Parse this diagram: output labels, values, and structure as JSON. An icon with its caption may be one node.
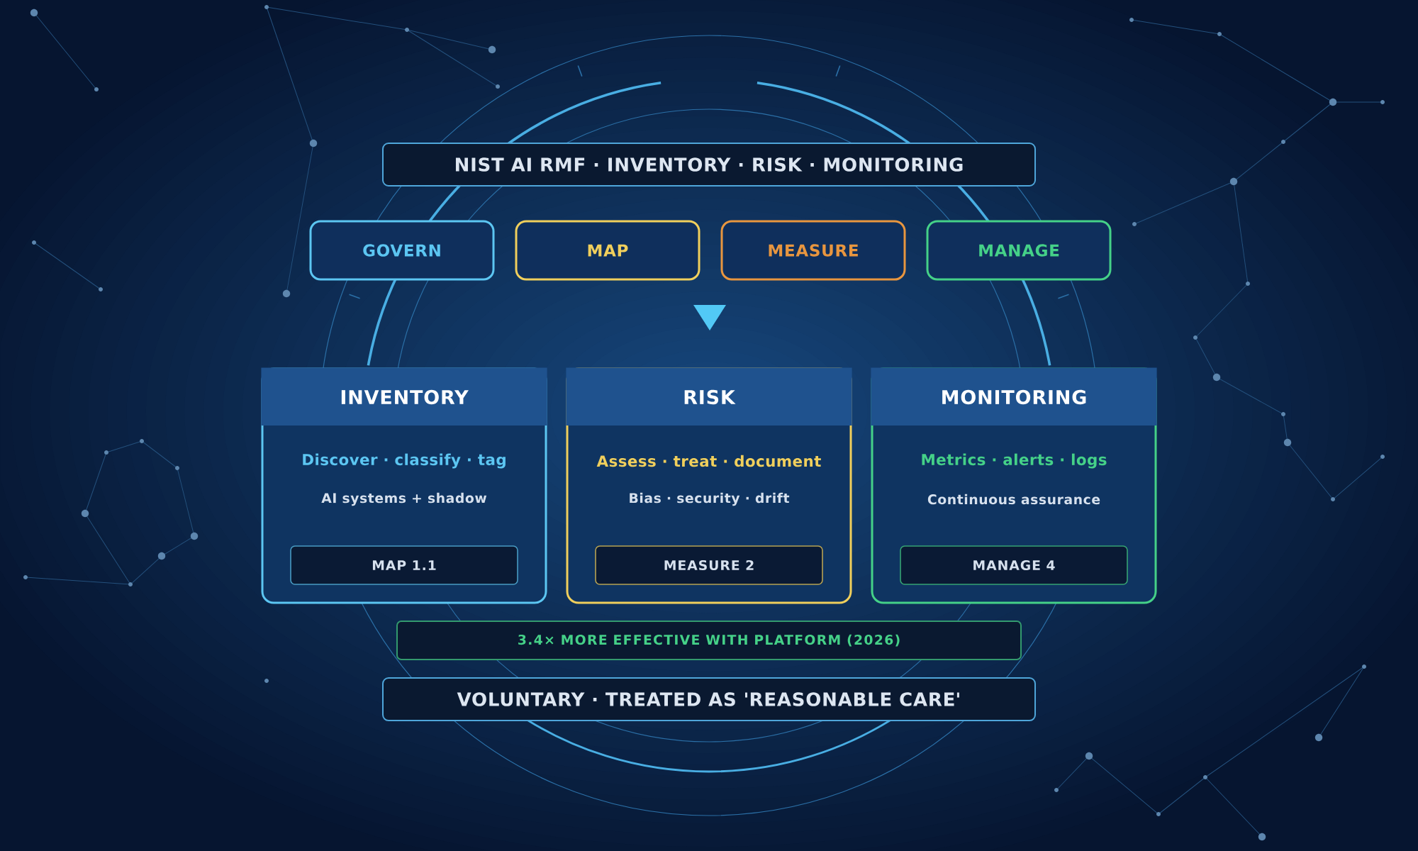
{
  "diagram": {
    "nodes": [
      {
        "text": [
          "NIST AI RMF · INVENTORY · RISK · MONITORING"
        ]
      },
      {
        "text": [
          "GOVERN"
        ]
      },
      {
        "text": [
          "MAP"
        ]
      },
      {
        "text": [
          "MEASURE"
        ]
      },
      {
        "text": [
          "MANAGE"
        ]
      },
      {
        "text": [
          "INVENTORY",
          "Discover · classify · tag",
          "AI systems + shadow"
        ]
      },
      {
        "text": [
          "MAP 1.1"
        ],
        "in": 5
      },
      {
        "text": [
          "RISK",
          "Assess · treat · document",
          "Bias · security · drift"
        ]
      },
      {
        "text": [
          "MEASURE 2"
        ],
        "in": 7
      },
      {
        "text": [
          "MONITORING",
          "Metrics · alerts · logs",
          "Continuous assurance"
        ]
      },
      {
        "text": [
          "MANAGE 4"
        ],
        "in": 9
      },
      {
        "text": [
          "3.4× MORE EFFECTIVE WITH PLATFORM (2026)"
        ]
      },
      {
        "text": [
          "VOLUNTARY · TREATED AS 'REASONABLE CARE'"
        ]
      }
    ]
  }
}
